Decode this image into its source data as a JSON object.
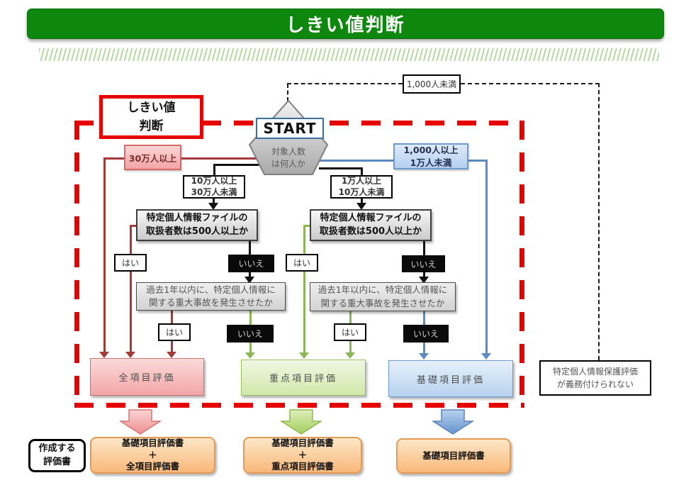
{
  "header": {
    "title": "しきい値判断"
  },
  "diagram": {
    "threshold_label": "しきい値\n判断",
    "start": {
      "label": "START",
      "question": "対象人数\nは何人か"
    },
    "branches": {
      "under_1000": "1,000人未満",
      "over_300k": "30万人以上",
      "from100k_to300k": "10万人以上\n30万人未満",
      "from10k_to100k": "1万人以上\n10万人未満",
      "from1k_to10k": "1,000人以上\n1万人未満"
    },
    "questions": {
      "handlers_500": "特定個人情報ファイルの\n取扱者数は500人以上か",
      "accident_1yr": "過去1年以内に、特定個人情報に\n関する重大事故を発生させたか"
    },
    "answers": {
      "yes": "はい",
      "no": "いいえ"
    },
    "results": {
      "full": "全項目評価",
      "priority": "重点項目評価",
      "basic": "基礎項目評価"
    },
    "exempt_note": "特定個人情報保護評価\nが義務付けられない",
    "output_label": "作成する\n評価書",
    "outputs": {
      "full": "基礎項目評価書\n＋\n全項目評価書",
      "priority": "基礎項目評価書\n＋\n重点項目評価書",
      "basic": "基礎項目評価書"
    }
  },
  "colors": {
    "title_green": "#0d870d",
    "frame_red": "#e60000",
    "line_red": "#a33a38",
    "line_green": "#8db654",
    "line_blue": "#5e8ac2",
    "result_full_pink": "#f2a5a5",
    "result_priority_green": "#d1e9aa",
    "result_basic_blue": "#b6d2ef",
    "output_orange": "#f9b87a"
  }
}
